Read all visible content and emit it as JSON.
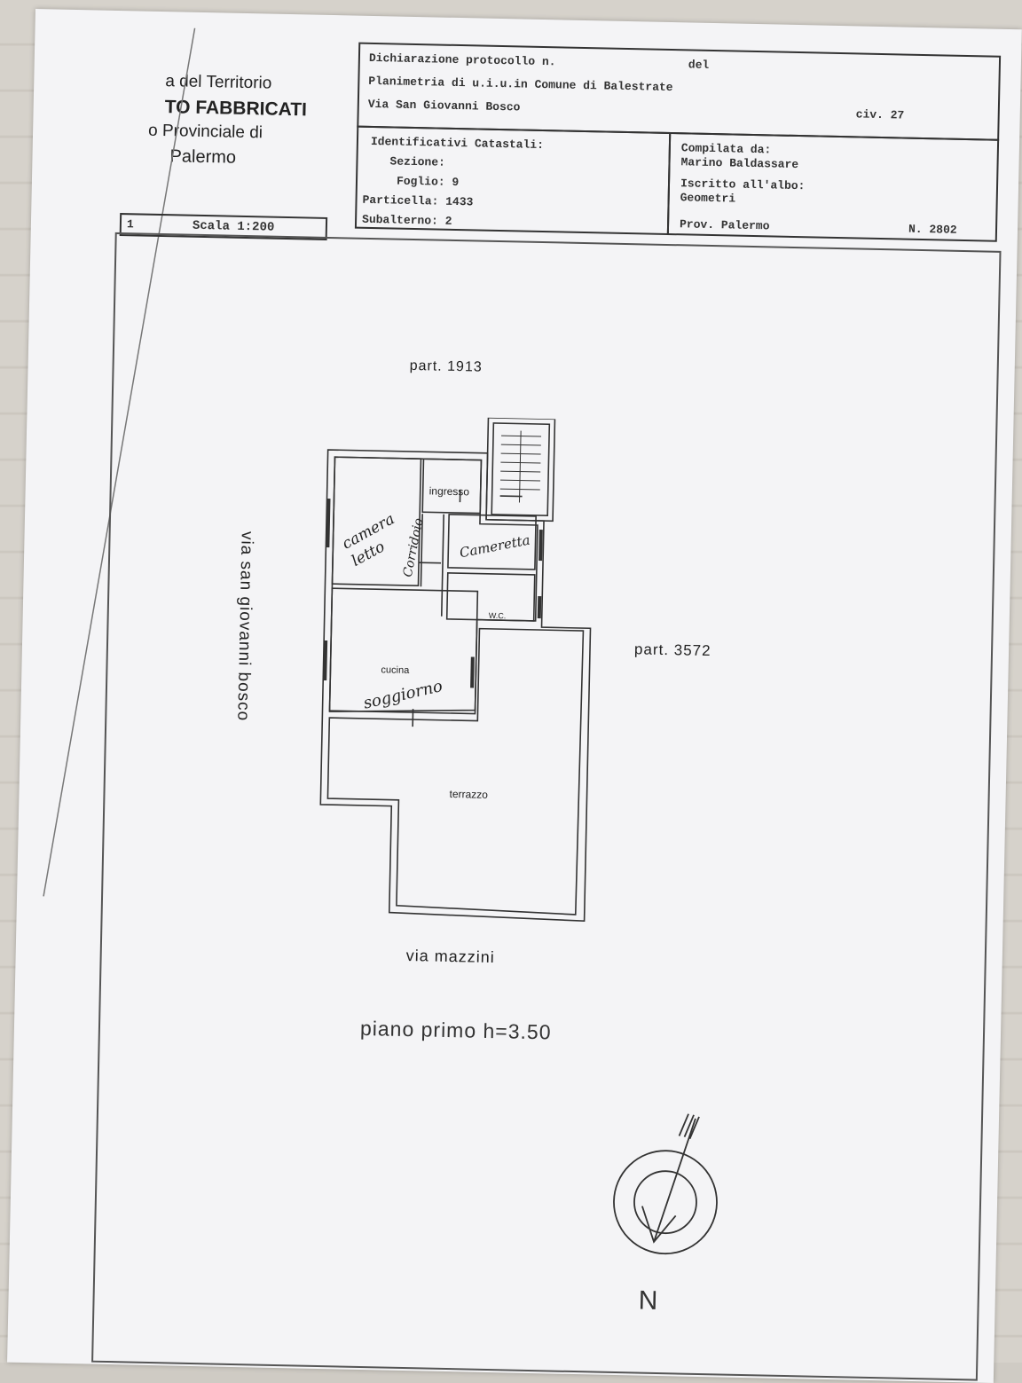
{
  "agency": {
    "line1": "a del Territorio",
    "line2": "TO FABBRICATI",
    "line3": "o Provinciale di",
    "line4": "Palermo"
  },
  "scale": {
    "sheet": "1",
    "label": "Scala 1:200"
  },
  "header": {
    "protocol": "Dichiarazione protocollo n.",
    "del": "del",
    "planimetria": "Planimetria di u.i.u.in Comune di Balestrate",
    "address": "Via San Giovanni Bosco",
    "civ": "civ. 27"
  },
  "catasto": {
    "title": "Identificativi Catastali:",
    "sezione": "Sezione:",
    "foglio": "Foglio: 9",
    "particella": "Particella: 1433",
    "subalterno": "Subalterno: 2"
  },
  "compilata": {
    "title": "Compilata da:",
    "name": "Marino Baldassare",
    "albo_label": "Iscritto all'albo:",
    "albo": "Geometri",
    "prov": "Prov. Palermo",
    "numero": "N. 2802"
  },
  "plan": {
    "part_top": "part. 1913",
    "part_right": "part. 3572",
    "street_left": "via san giovanni bosco",
    "street_bottom": "via mazzini",
    "rooms": {
      "ingresso": "ingresso",
      "wc": "W.C.",
      "cucina": "cucina",
      "terrazzo": "terrazzo"
    },
    "handwritten": {
      "camera_letto": "camera letto",
      "corridoio": "Corridoio",
      "cameretta": "Cameretta",
      "soggiorno": "soggiorno"
    },
    "floor_label": "piano primo h=3.50",
    "north": "N"
  }
}
